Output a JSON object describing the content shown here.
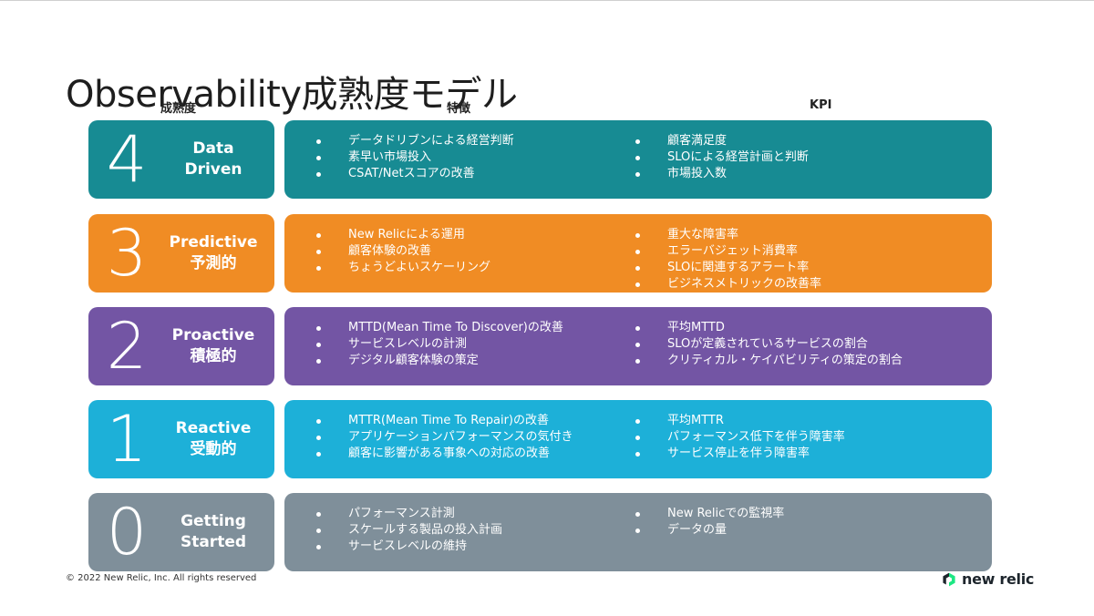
{
  "title": "Observability成熟度モデル",
  "headers": {
    "level": "成熟度",
    "features": "特徴",
    "kpi": "KPI"
  },
  "levels": [
    {
      "number": "4",
      "label_lines": [
        "Data",
        "Driven"
      ],
      "color": "#178b93",
      "features": [
        "データドリブンによる経営判断",
        "素早い市場投入",
        "CSAT/Netスコアの改善"
      ],
      "kpis": [
        "顧客満足度",
        "SLOによる経営計画と判断",
        "市場投入数"
      ]
    },
    {
      "number": "3",
      "label_lines": [
        "Predictive",
        "予測的"
      ],
      "color": "#f08c24",
      "features": [
        "New Relicによる運用",
        "顧客体験の改善",
        "ちょうどよいスケーリング"
      ],
      "kpis": [
        "重大な障害率",
        "エラーバジェット消費率",
        "SLOに関連するアラート率",
        "ビジネスメトリックの改善率"
      ]
    },
    {
      "number": "2",
      "label_lines": [
        "Proactive",
        "積極的"
      ],
      "color": "#7355a4",
      "features": [
        "MTTD(Mean Time To Discover)の改善",
        "サービスレベルの計測",
        "デジタル顧客体験の策定"
      ],
      "kpis": [
        "平均MTTD",
        "SLOが定義されているサービスの割合",
        "クリティカル・ケイパビリティの策定の割合"
      ]
    },
    {
      "number": "1",
      "label_lines": [
        "Reactive",
        "受動的"
      ],
      "color": "#1db0d8",
      "features": [
        "MTTR(Mean Time To Repair)の改善",
        "アプリケーションパフォーマンスの気付き",
        "顧客に影響がある事象への対応の改善"
      ],
      "kpis": [
        "平均MTTR",
        "パフォーマンス低下を伴う障害率",
        "サービス停止を伴う障害率"
      ]
    },
    {
      "number": "0",
      "label_lines": [
        "Getting",
        "Started"
      ],
      "color": "#7f8f9a",
      "features": [
        "パフォーマンス計測",
        "スケールする製品の投入計画",
        "サービスレベルの維持"
      ],
      "kpis": [
        "New Relicでの監視率",
        "データの量"
      ]
    }
  ],
  "footer": "© 2022 New Relic, Inc. All rights reserved",
  "logo": {
    "text": "new relic",
    "color": "#1ce783"
  }
}
